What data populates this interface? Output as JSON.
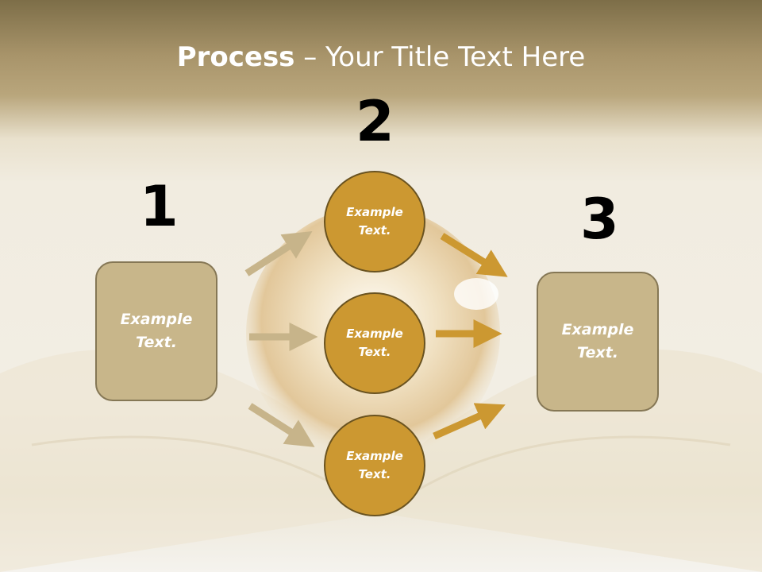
{
  "title": {
    "bold": "Process",
    "rest": " – Your Title Text Here"
  },
  "steps": {
    "one": "1",
    "two": "2",
    "three": "3"
  },
  "left_box": {
    "text": "Example\nText."
  },
  "right_box": {
    "text": "Example\nText."
  },
  "circles": [
    {
      "text": "Example\nText."
    },
    {
      "text": "Example\nText."
    },
    {
      "text": "Example\nText."
    }
  ],
  "colors": {
    "box_fill": "#c8b68a",
    "circle_fill": "#cc9831",
    "arrow_left": "#c7b48a",
    "arrow_right": "#cc9831"
  }
}
